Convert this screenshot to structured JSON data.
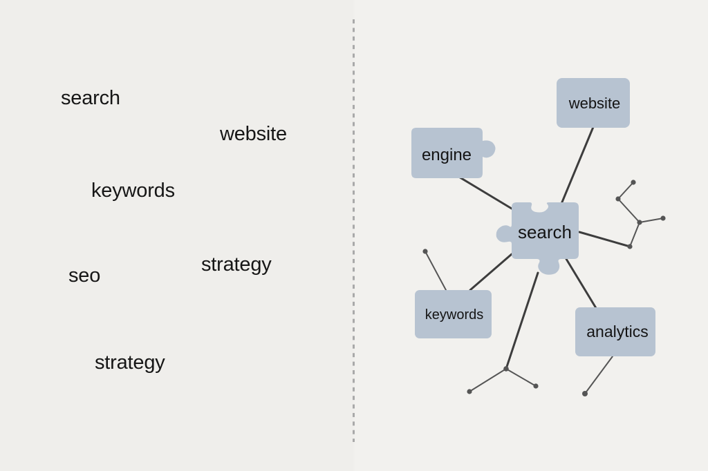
{
  "left_panel": {
    "words": [
      {
        "id": "search",
        "text": "search"
      },
      {
        "id": "website",
        "text": "website"
      },
      {
        "id": "keywords",
        "text": "keywords"
      },
      {
        "id": "seo",
        "text": "seo"
      },
      {
        "id": "strategy-1",
        "text": "strategy"
      },
      {
        "id": "strategy-2",
        "text": "strategy"
      }
    ]
  },
  "right_panel": {
    "nodes": {
      "center": "search",
      "engine": "engine",
      "website": "website",
      "keywords": "keywords",
      "analytics": "analytics"
    }
  },
  "colors": {
    "node_fill": "#b7c3d1",
    "line": "#3d3d3d",
    "dot": "#555555",
    "divider": "#a9a9a9",
    "text": "#161616"
  }
}
